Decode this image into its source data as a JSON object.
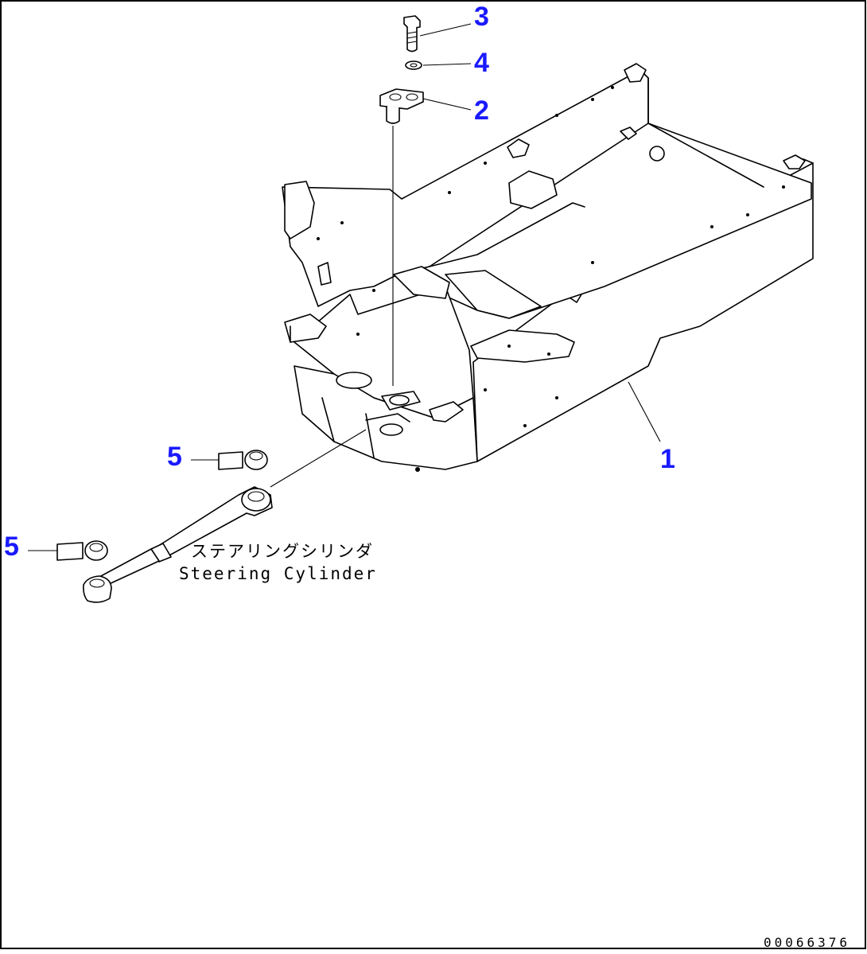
{
  "drawing": {
    "callouts": [
      {
        "id": "frame",
        "label": "1"
      },
      {
        "id": "pin",
        "label": "2"
      },
      {
        "id": "bolt",
        "label": "3"
      },
      {
        "id": "washer",
        "label": "4"
      },
      {
        "id": "bushing-upper",
        "label": "5"
      },
      {
        "id": "bushing-lower",
        "label": "5"
      }
    ],
    "cylinder_label_jp": "ステアリングシリンダ",
    "cylinder_label_en": "Steering Cylinder",
    "document_id": "00066376",
    "colors": {
      "callout": "#1a1aff",
      "line": "#000000",
      "background": "#ffffff"
    }
  }
}
